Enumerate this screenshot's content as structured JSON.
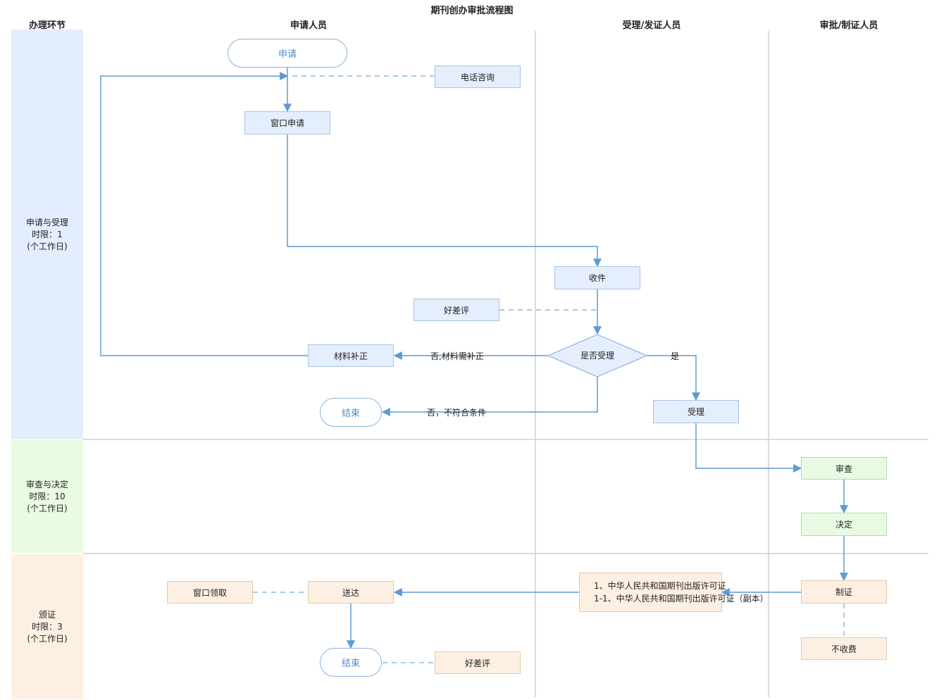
{
  "title": "期刊创办审批流程图",
  "columns": {
    "phase": "办理环节",
    "applicant": "申请人员",
    "accept": "受理/发证人员",
    "approve": "审批/制证人员"
  },
  "phases": [
    {
      "name": "申请与受理\n时限：1\n(个工作日)"
    },
    {
      "name": "审查与决定\n时限：10\n(个工作日)"
    },
    {
      "name": "颁证\n时限：3\n(个工作日)"
    }
  ],
  "nodes": {
    "apply": "申请",
    "phone": "电话咨询",
    "window_apply": "窗口申请",
    "receive": "收件",
    "rating1": "好差评",
    "decision": "是否受理",
    "supplement": "材料补正",
    "end1": "结束",
    "accept": "受理",
    "review": "审查",
    "decide": "决定",
    "make_cert": "制证",
    "no_fee": "不收费",
    "cert_line1": "1、中华人民共和国期刊出版许可证",
    "cert_line2": "1-1、中华人民共和国期刊出版许可证（副本）",
    "deliver": "送达",
    "window_pickup": "窗口领取",
    "end2": "结束",
    "rating2": "好差评"
  },
  "edge_labels": {
    "no_supplement": "否,材料需补正",
    "no_unqualified": "否，不符合条件",
    "yes": "是"
  },
  "colors": {
    "line": "#5b9bd5",
    "phase1": "#e3edfd",
    "phase2": "#e9fbe3",
    "phase3": "#fdf0e2",
    "divider": "#cfcfcf"
  }
}
